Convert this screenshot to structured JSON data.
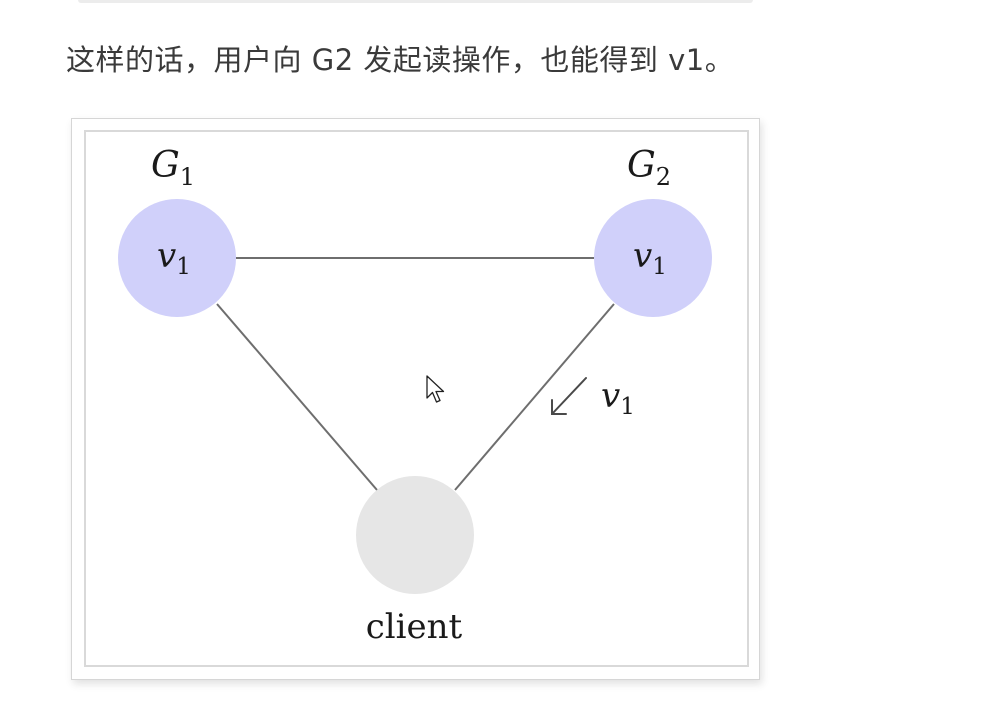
{
  "caption": "这样的话，用户向 G2 发起读操作，也能得到 v1。",
  "diagram": {
    "node_g1": {
      "label": "G",
      "label_sub": "1",
      "value": "v",
      "value_sub": "1",
      "fill": "#d0d0fa"
    },
    "node_g2": {
      "label": "G",
      "label_sub": "2",
      "value": "v",
      "value_sub": "1",
      "fill": "#d0d0fa"
    },
    "node_client": {
      "label": "client",
      "fill": "#e6e6e6"
    },
    "arrow_label": {
      "value": "v",
      "value_sub": "1"
    },
    "edge_color": "#6e6e6e"
  },
  "cursor_icon": "mouse-pointer-icon"
}
